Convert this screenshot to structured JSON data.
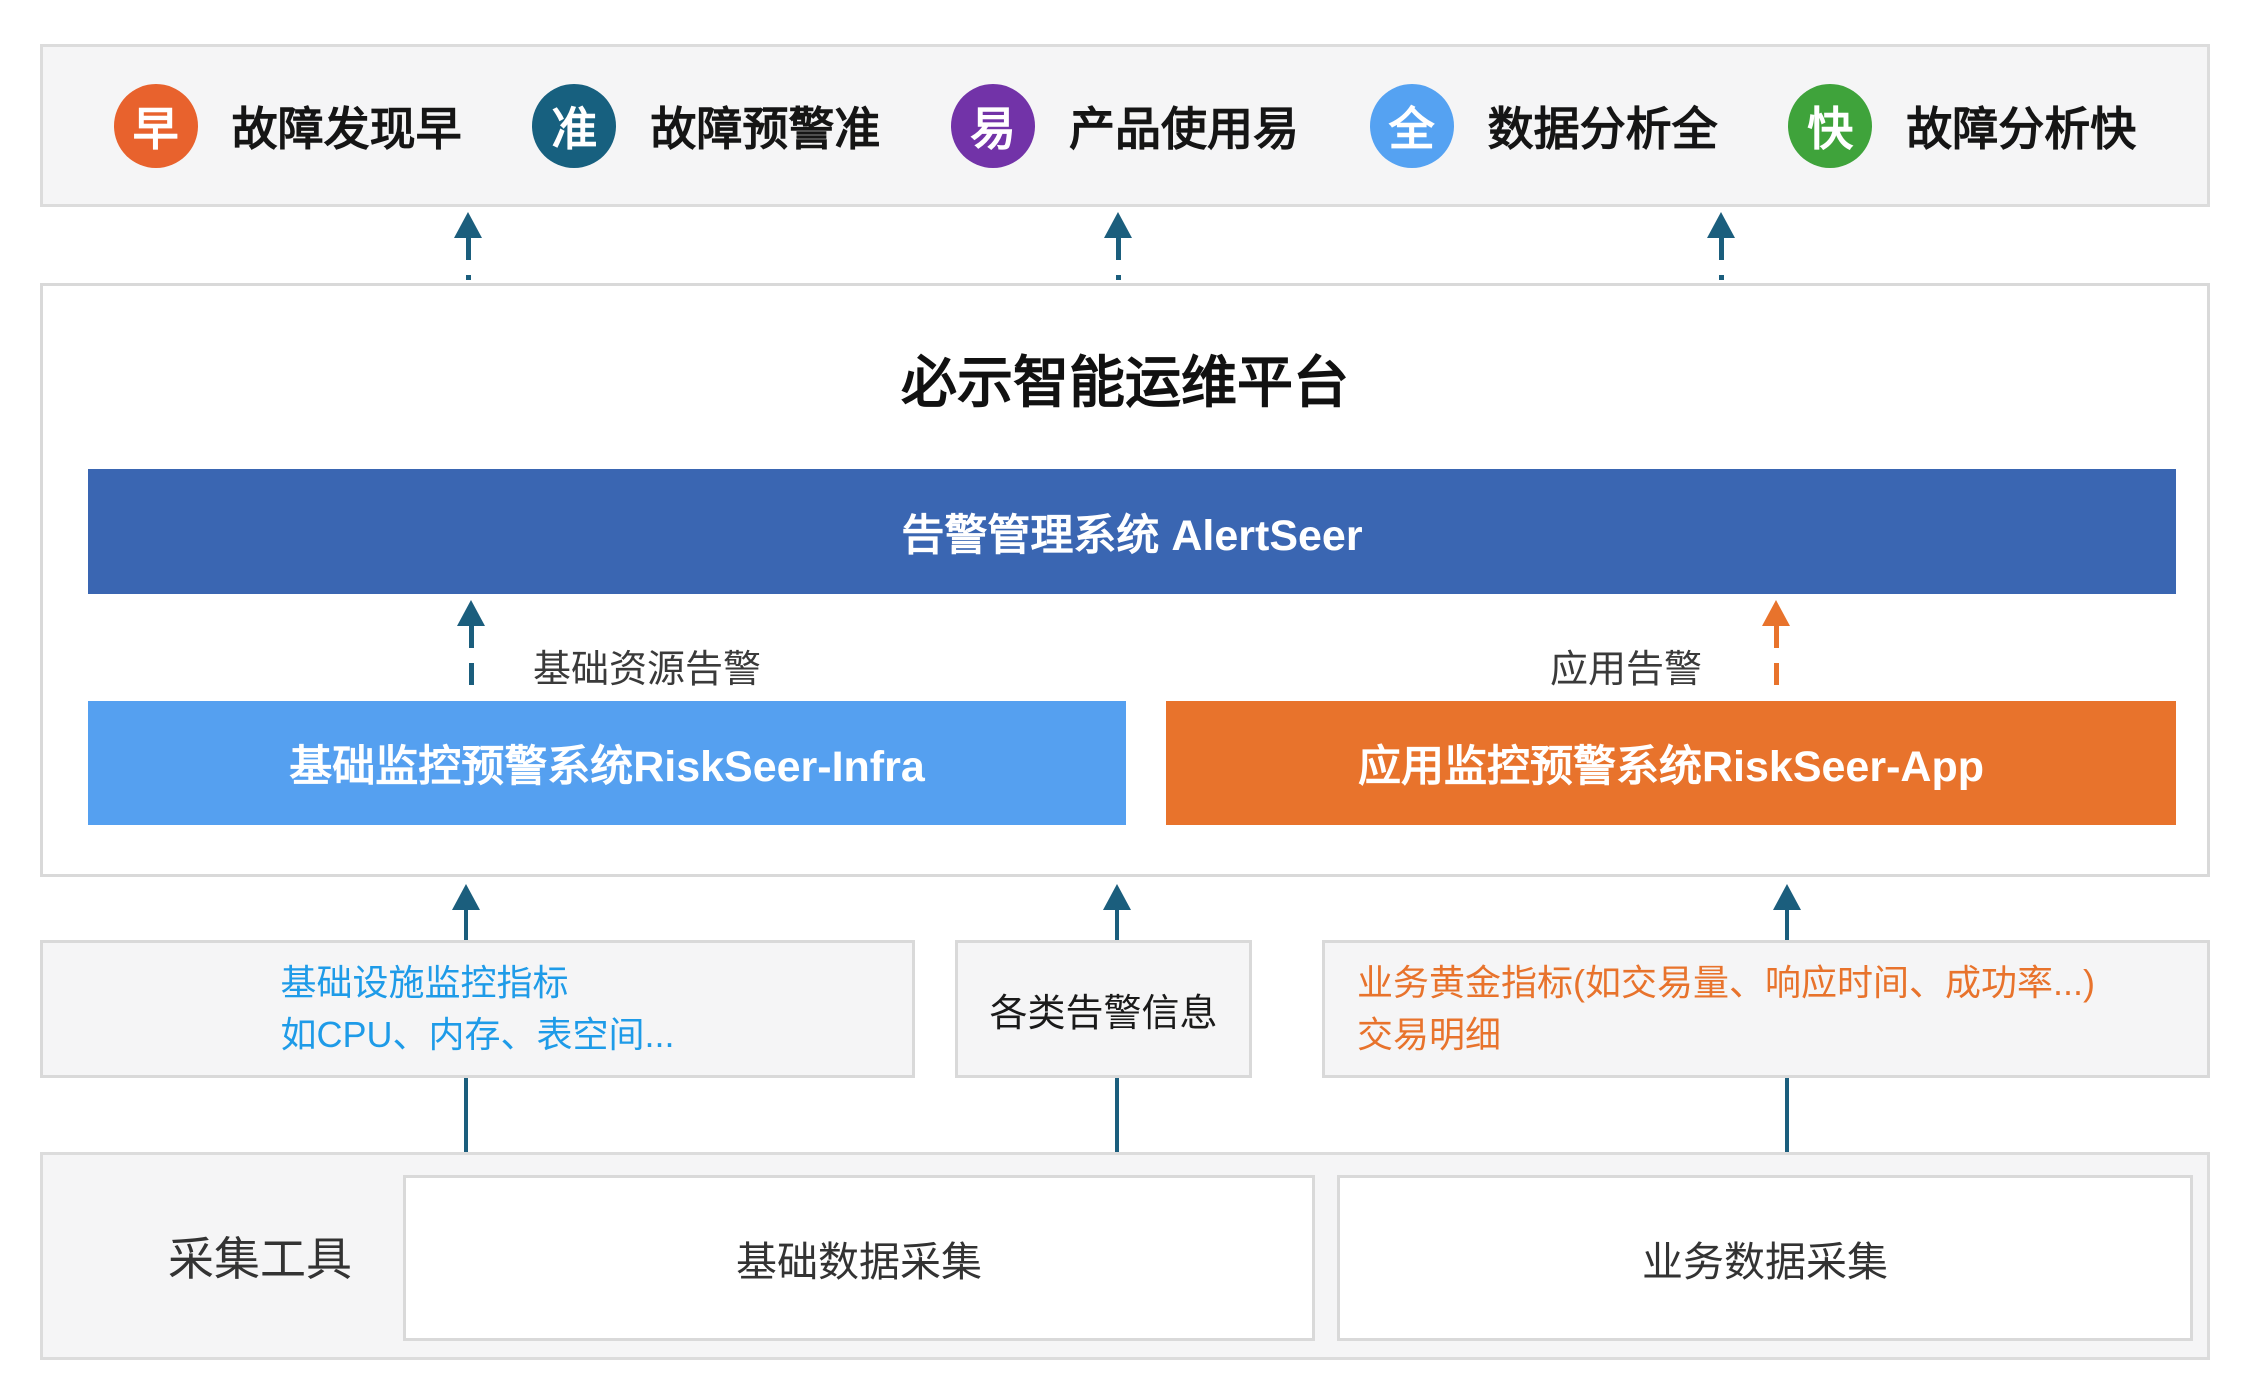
{
  "features": {
    "items": [
      {
        "badge": "早",
        "label": "故障发现早",
        "color": "#E8622D"
      },
      {
        "badge": "准",
        "label": "故障预警准",
        "color": "#17607F"
      },
      {
        "badge": "易",
        "label": "产品使用易",
        "color": "#7233A8"
      },
      {
        "badge": "全",
        "label": "数据分析全",
        "color": "#55A2F2"
      },
      {
        "badge": "快",
        "label": "故障分析快",
        "color": "#3FA33B"
      }
    ]
  },
  "platform": {
    "title": "必示智能运维平台",
    "alert_system_label": "告警管理系统 AlertSeer",
    "infra_alert_flow_label": "基础资源告警",
    "app_alert_flow_label": "应用告警",
    "infra_system_label": "基础监控预警系统RiskSeer-Infra",
    "app_system_label": "应用监控预警系统RiskSeer-App"
  },
  "data_sources": {
    "infra_metrics_line1": "基础设施监控指标",
    "infra_metrics_line2": "如CPU、内存、表空间...",
    "alert_info_label": "各类告警信息",
    "business_metrics_line1": "业务黄金指标(如交易量、响应时间、成功率...)",
    "business_metrics_line2": "交易明细"
  },
  "collection": {
    "section_label": "采集工具",
    "infra_box_label": "基础数据采集",
    "business_box_label": "业务数据采集"
  },
  "colors": {
    "alertseer_bar": "#3A66B2",
    "riskseer_infra_bar": "#55A0F0",
    "riskseer_app_bar": "#E8732C",
    "teal_arrow": "#1B5E7D",
    "orange_arrow": "#E8732C",
    "infra_metrics_text": "#1E9BE8",
    "business_metrics_text": "#E8732C",
    "panel_bg": "#F5F5F6",
    "panel_border": "#DCDCDC"
  }
}
